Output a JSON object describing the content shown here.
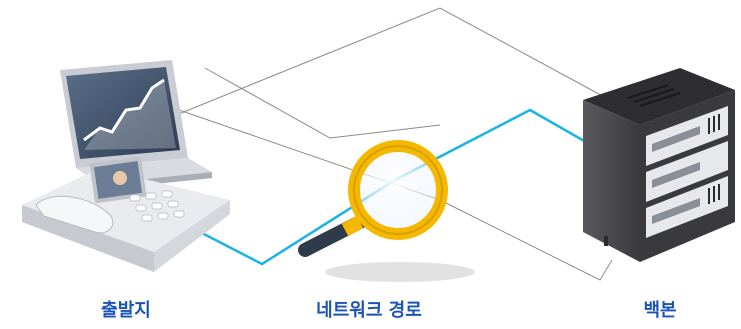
{
  "labels": {
    "source": "출발지",
    "path": "네트워크 경로",
    "backbone": "백본"
  },
  "colors": {
    "label": "#1b54b8",
    "highlight_path": "#19b4e6",
    "gray_path": "#8a8a8a",
    "magnifier_ring": "#f5b800",
    "rack_body": "#4a4a4e"
  },
  "icons": [
    "laptop-icon",
    "video-phone-icon",
    "magnifier-icon",
    "server-rack-icon"
  ]
}
